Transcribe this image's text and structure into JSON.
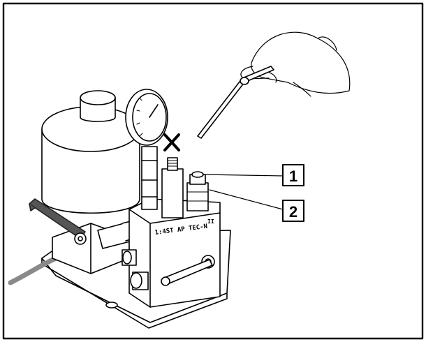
{
  "callouts": [
    {
      "label": "1",
      "target": "relief-valve-cap"
    },
    {
      "label": "2",
      "target": "relief-valve-body"
    }
  ],
  "block_stamp": "1:4ST AP TEC-N",
  "block_mark": "II",
  "prohibited_mark": "X",
  "icons": {
    "prohibited": "cross-mark",
    "tool": "hex-key",
    "hand": "hand"
  },
  "colors": {
    "line": "#000000",
    "fill": "#ffffff",
    "handle": "#555555",
    "cable": "#8a8a8a",
    "frame": "#000000"
  }
}
